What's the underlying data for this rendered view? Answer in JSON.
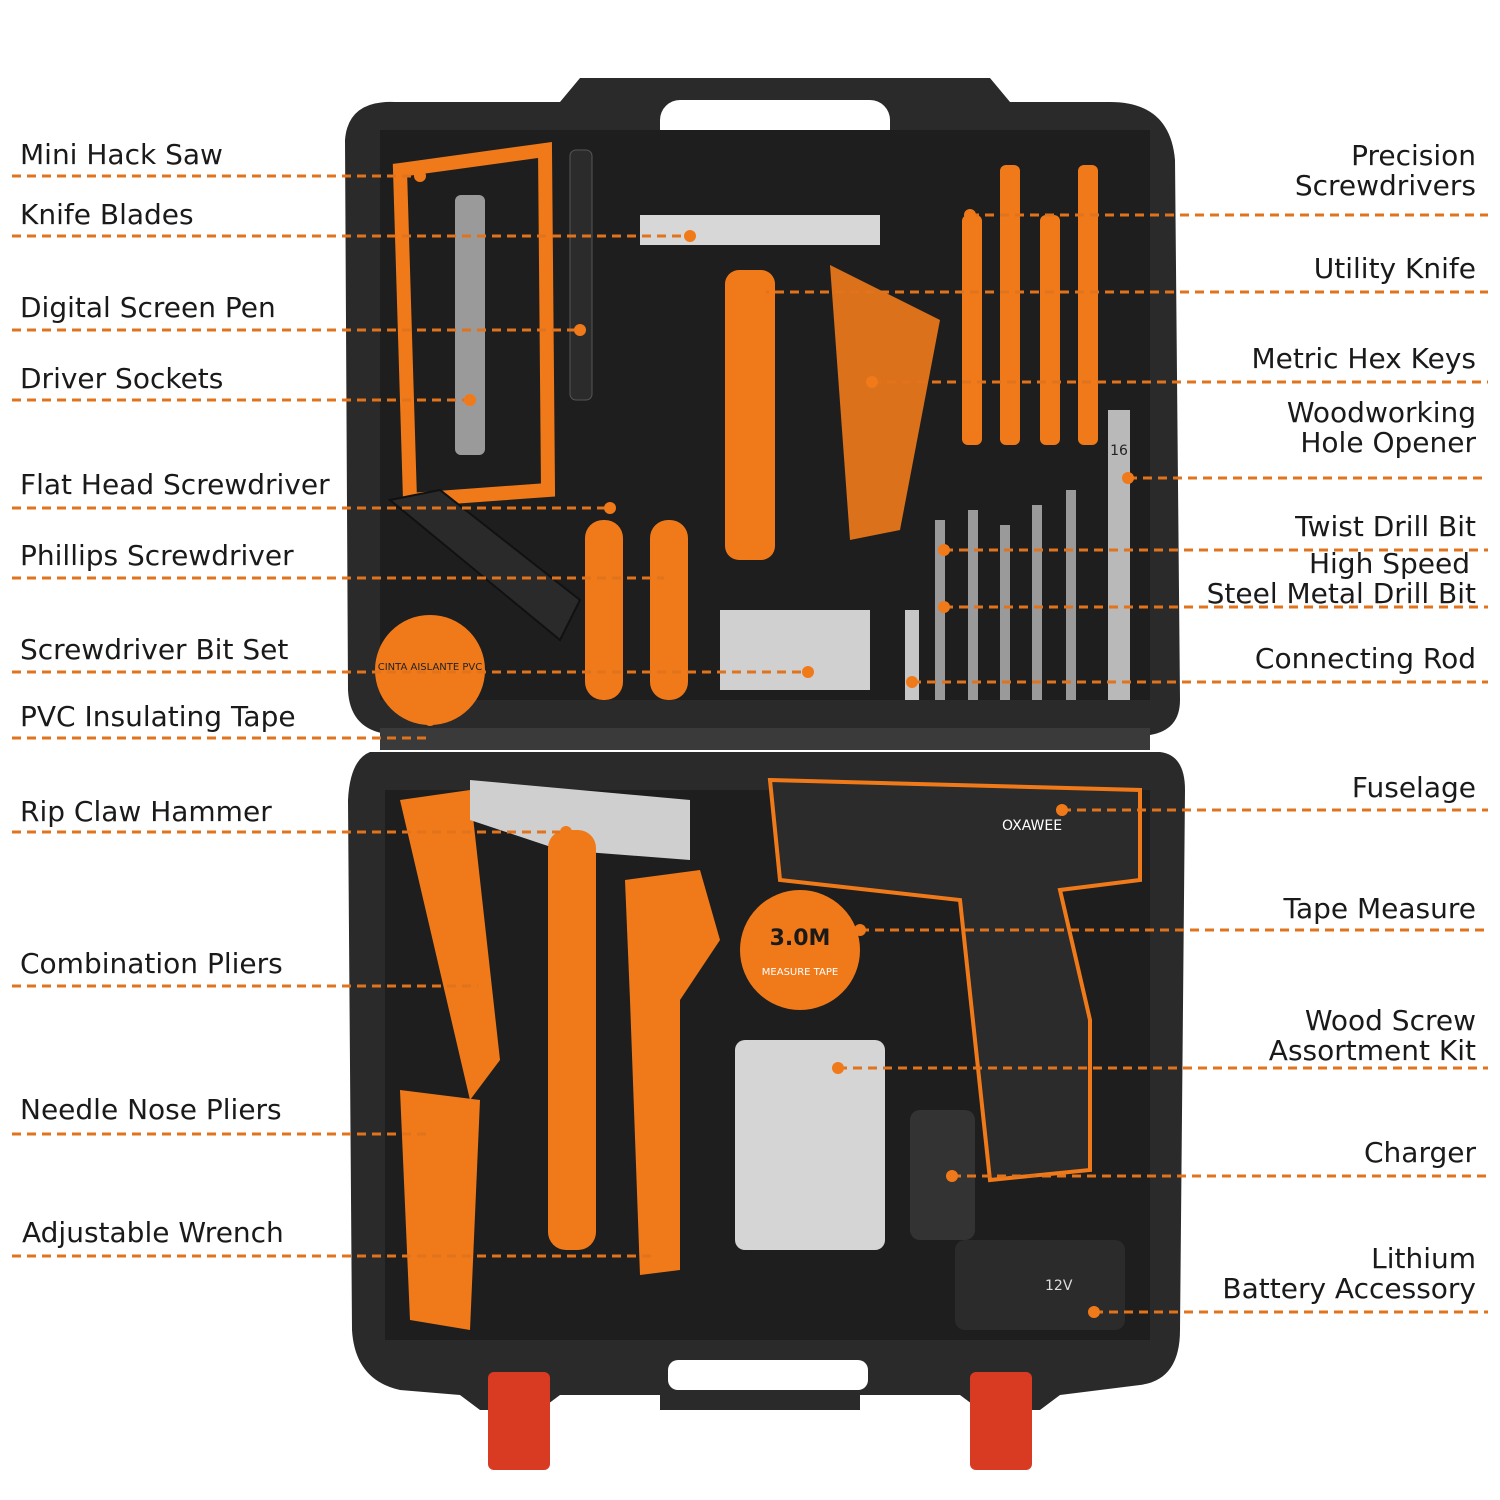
{
  "colors": {
    "case": "#2a2a2a",
    "case_inner": "#1e1e1e",
    "accent": "#f07a1a",
    "leader": "#e0731c",
    "clip": "#d93a22"
  },
  "left_labels": [
    {
      "text": "Mini Hack Saw"
    },
    {
      "text": "Knife Blades"
    },
    {
      "text": "Digital Screen Pen"
    },
    {
      "text": "Driver Sockets"
    },
    {
      "text": "Flat Head Screwdriver"
    },
    {
      "text": "Phillips Screwdriver"
    },
    {
      "text": "Screwdriver Bit Set"
    },
    {
      "text": "PVC Insulating Tape"
    },
    {
      "text": "Rip Claw Hammer"
    },
    {
      "text": "Combination Pliers"
    },
    {
      "text": "Needle Nose Pliers"
    },
    {
      "text": "Adjustable Wrench"
    }
  ],
  "right_labels": [
    {
      "lines": [
        "Precision",
        "Screwdrivers"
      ]
    },
    {
      "lines": [
        "Utility Knife"
      ]
    },
    {
      "lines": [
        "Metric Hex Keys"
      ]
    },
    {
      "lines": [
        "Woodworking",
        "Hole Opener"
      ]
    },
    {
      "lines": [
        "Twist Drill Bit"
      ]
    },
    {
      "lines": [
        "High Speed",
        "Steel Metal Drill Bit"
      ]
    },
    {
      "lines": [
        "Connecting Rod"
      ]
    },
    {
      "lines": [
        "Fuselage"
      ]
    },
    {
      "lines": [
        "Tape Measure"
      ]
    },
    {
      "lines": [
        "Wood Screw",
        "Assortment Kit"
      ]
    },
    {
      "lines": [
        "Charger"
      ]
    },
    {
      "lines": [
        "Lithium",
        "Battery Accessory"
      ]
    }
  ],
  "product_text": {
    "tape_measure": "3.0M",
    "tape_label": "MEASURE TAPE",
    "drill_brand": "OXAWEE",
    "spade_bit_size": "16",
    "pvc_tape": "CINTA AISLANTE PVC",
    "battery": "12V"
  }
}
